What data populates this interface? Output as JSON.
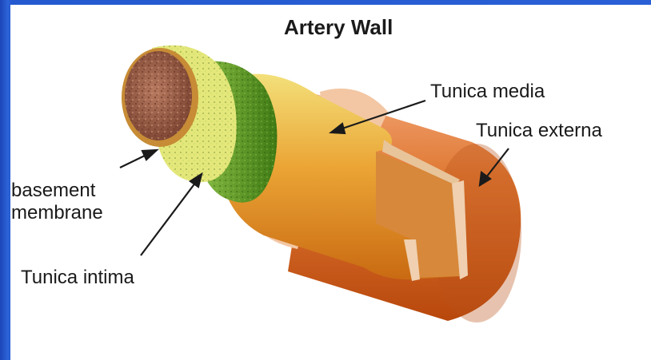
{
  "diagram": {
    "title": "Artery Wall",
    "labels": {
      "tunica_media": "Tunica media",
      "tunica_externa": "Tunica externa",
      "basement_membrane": "basement\nmembrane",
      "tunica_intima": "Tunica intima"
    }
  },
  "colors": {
    "frame_blue": "#2a5fd6",
    "externa_orange": "#d9661a",
    "media_orange": "#e89a2a",
    "media_yellow": "#f0d060",
    "intima_green": "#4f8f1f",
    "basement_yellow": "#e6e87a",
    "lumen_brown": "#a0614a"
  }
}
